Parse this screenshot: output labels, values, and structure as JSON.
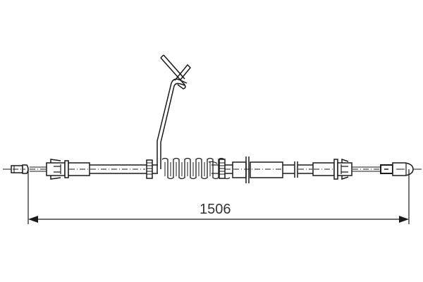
{
  "drawing": {
    "type": "technical-drawing",
    "subject": "parking-brake-cable",
    "dimension": {
      "label": "1506",
      "orientation": "horizontal"
    },
    "colors": {
      "line": "#1a1a1a",
      "text": "#333333",
      "background": "#ffffff"
    }
  }
}
